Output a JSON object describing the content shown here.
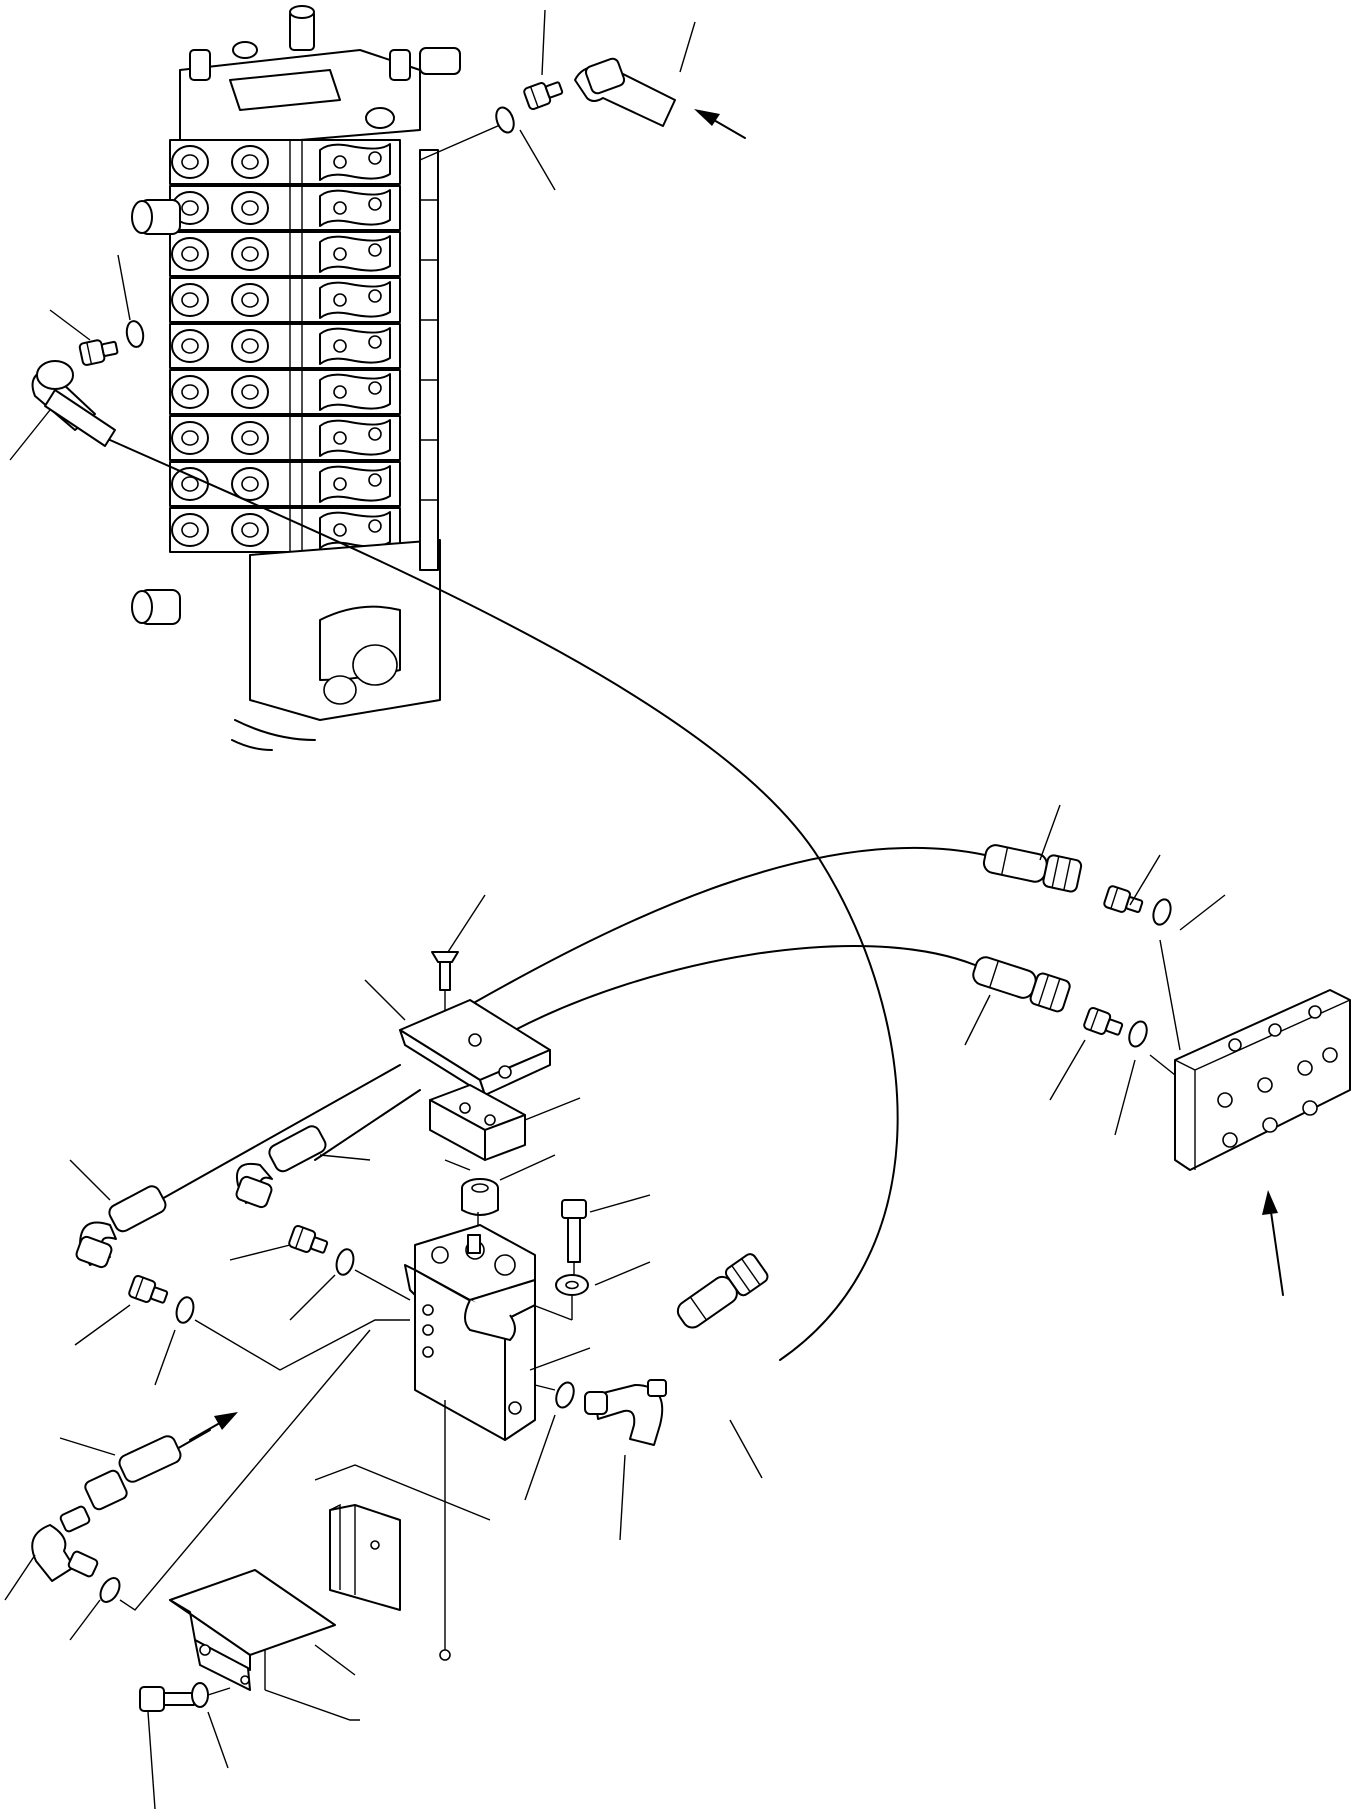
{
  "image": {
    "kind": "exploded parts diagram",
    "colors": {
      "ink": "#000000",
      "paper": "#ffffff"
    }
  },
  "components": [
    "control-valve-block",
    "hose-top",
    "hose-left-upper",
    "hose-right-upper",
    "hose-right-lower",
    "hose-left-middle",
    "hose-center",
    "hose-left-lower",
    "hose-bottom-right",
    "bracket-plate",
    "spacer-block",
    "collar",
    "pressure-switch-block",
    "bolt",
    "washer",
    "screw",
    "elbow",
    "junction-block",
    "lower-bracket",
    "base-plate"
  ],
  "flow_arrows": [
    "top",
    "lower-left",
    "right"
  ]
}
